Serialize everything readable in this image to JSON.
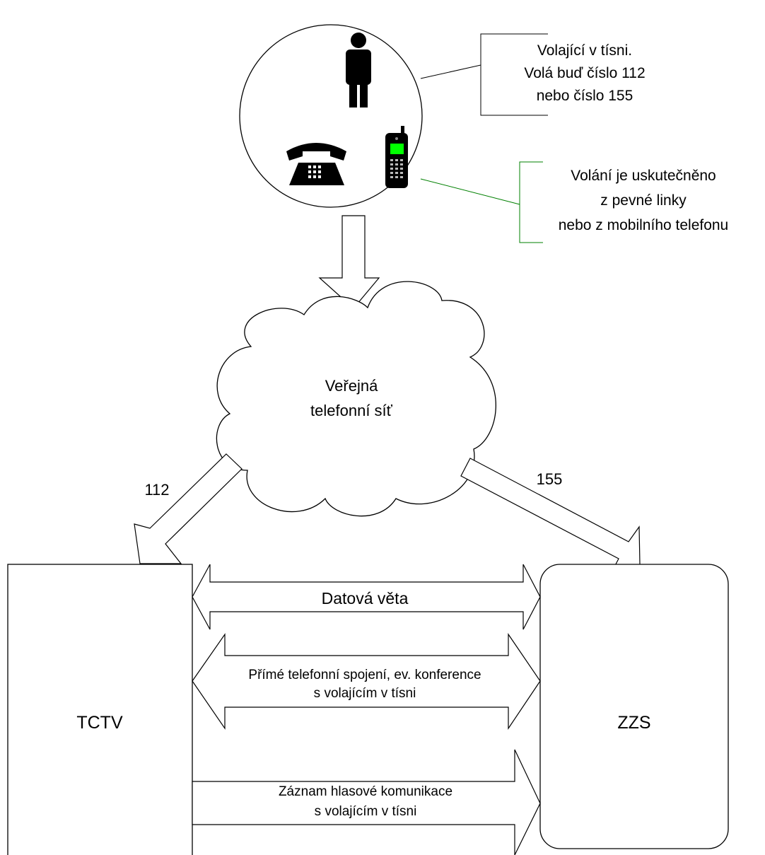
{
  "caller": {
    "callout_lines": [
      "Volající v tísni.",
      "Volá buď číslo 112",
      "nebo číslo 155"
    ]
  },
  "devices": {
    "callout_lines": [
      "Volání je uskutečněno",
      "z pevné linky",
      "nebo z mobilního telefonu"
    ]
  },
  "network": {
    "label_lines": [
      "Veřejná",
      "telefonní síť"
    ]
  },
  "routes": {
    "left_number": "112",
    "right_number": "155"
  },
  "left_node": {
    "label": "TCTV"
  },
  "right_node": {
    "label": "ZZS"
  },
  "links": {
    "data_sentence": "Datová věta",
    "direct_call_lines": [
      "Přímé telefonní spojení, ev. konference",
      "s volajícím v tísni"
    ],
    "voice_record_lines": [
      "Záznam hlasové komunikace",
      "s volajícím v tísni"
    ]
  },
  "colors": {
    "stroke": "#000000",
    "callout_green": "#008000",
    "phone_screen": "#00ff00"
  }
}
